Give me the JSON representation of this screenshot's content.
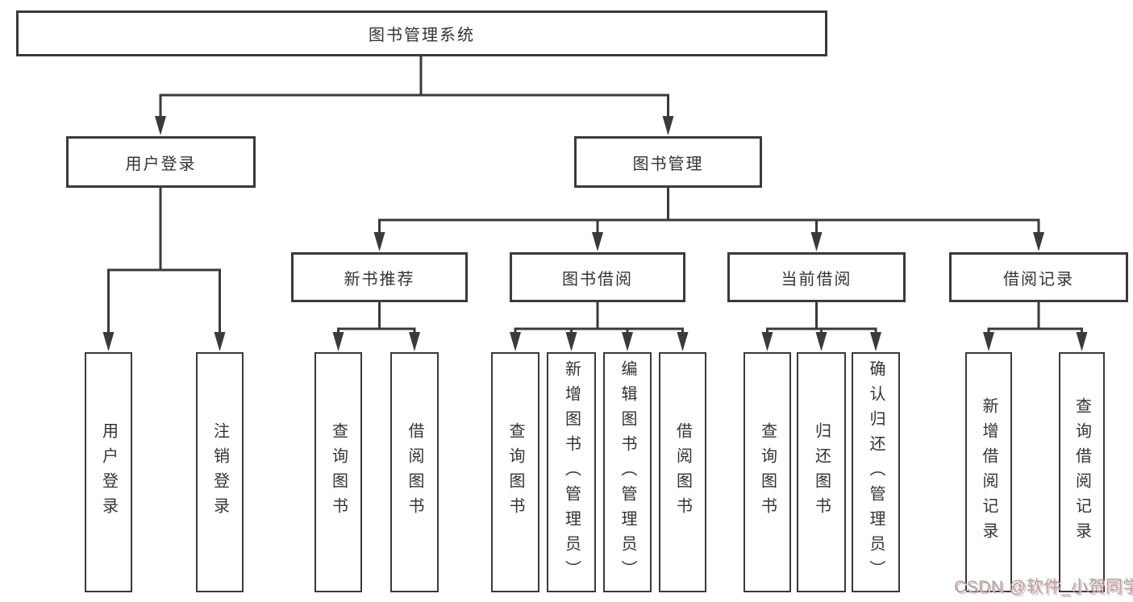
{
  "diagram": {
    "tree": {
      "root": {
        "label": "图书管理系统"
      },
      "branches": [
        {
          "label": "用户登录",
          "children": [
            {
              "label": "用户登录"
            },
            {
              "label": "注销登录"
            }
          ]
        },
        {
          "label": "图书管理",
          "children": [
            {
              "label": "新书推荐",
              "children": [
                {
                  "label": "查询图书"
                },
                {
                  "label": "借阅图书"
                }
              ]
            },
            {
              "label": "图书借阅",
              "children": [
                {
                  "label": "查询图书"
                },
                {
                  "label": "新增图书（管理员）"
                },
                {
                  "label": "编辑图书（管理员）"
                },
                {
                  "label": "借阅图书"
                }
              ]
            },
            {
              "label": "当前借阅",
              "children": [
                {
                  "label": "查询图书"
                },
                {
                  "label": "归还图书"
                },
                {
                  "label": "确认归还（管理员）"
                }
              ]
            },
            {
              "label": "借阅记录",
              "children": [
                {
                  "label": "新增借阅记录"
                },
                {
                  "label": "查询借阅记录"
                }
              ]
            }
          ]
        }
      ]
    },
    "colors": {
      "line": "#3a3a3a",
      "text": "#333333",
      "background": "#ffffff",
      "watermark": "#a8a8a8",
      "watermark_shadow": "#eab9b9"
    }
  },
  "watermark": {
    "text": "CSDN @软件_小贺同学"
  }
}
